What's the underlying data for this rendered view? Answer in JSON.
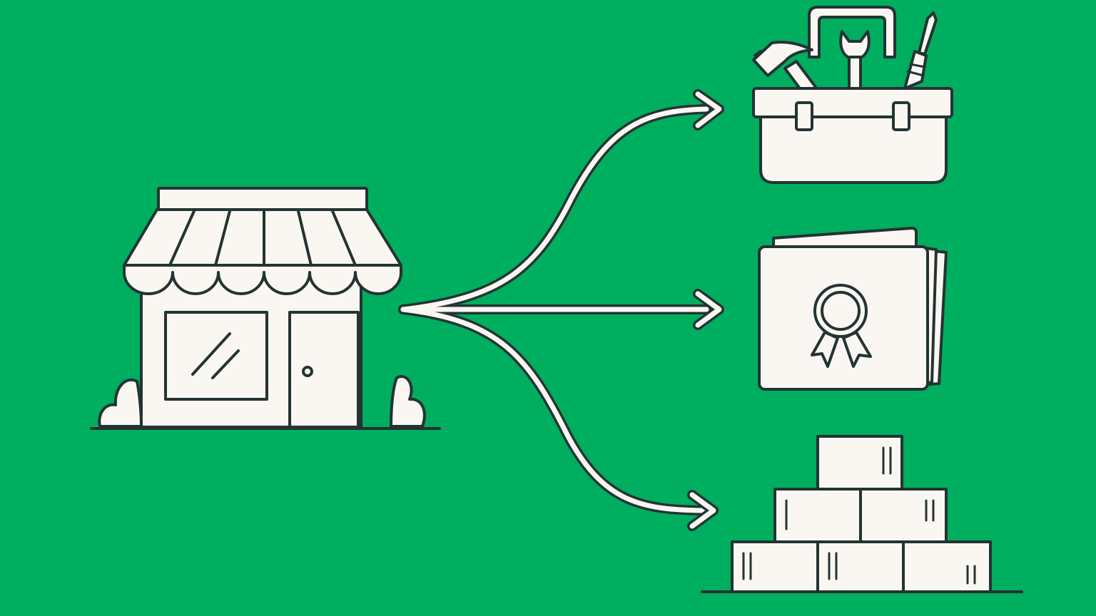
{
  "colors": {
    "background": "#00AE5F",
    "fill": "#FAF7F2",
    "ink": "#243333"
  },
  "nodes": {
    "source": {
      "name": "storefront",
      "icon": "storefront-icon"
    },
    "targets": [
      {
        "name": "toolbox",
        "icon": "toolbox-icon"
      },
      {
        "name": "certificate-folder",
        "icon": "certificate-folder-icon"
      },
      {
        "name": "box-stack",
        "icon": "box-stack-icon"
      }
    ]
  },
  "edges": [
    {
      "from": "storefront",
      "to": "toolbox"
    },
    {
      "from": "storefront",
      "to": "certificate-folder"
    },
    {
      "from": "storefront",
      "to": "box-stack"
    }
  ]
}
